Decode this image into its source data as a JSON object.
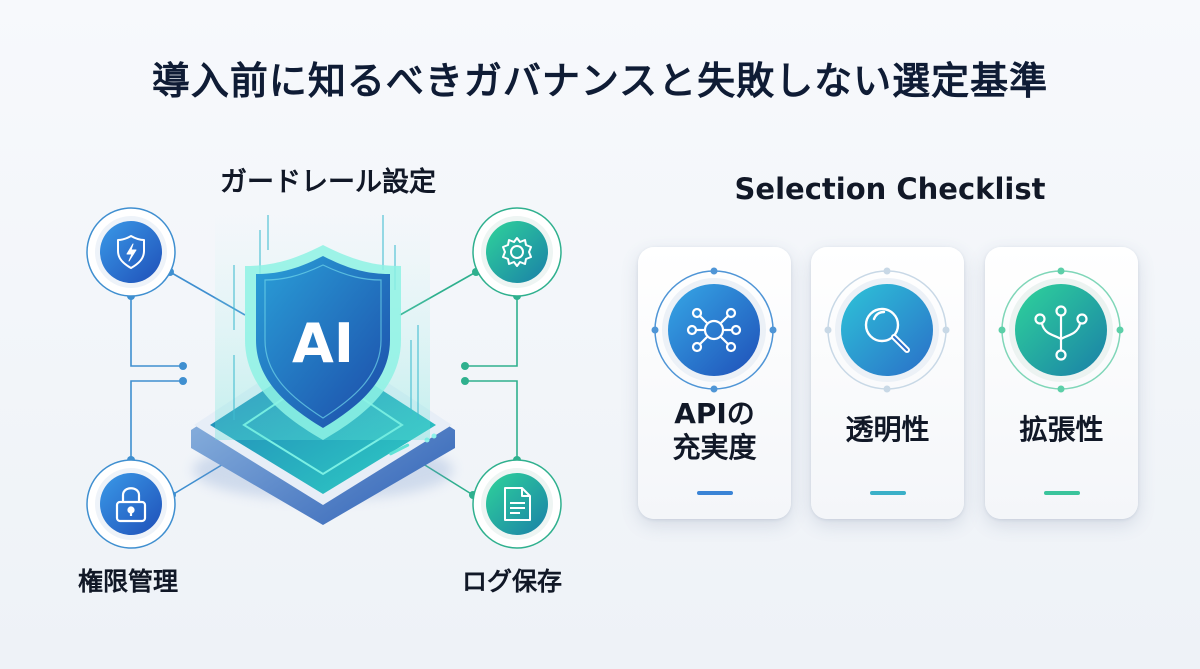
{
  "page": {
    "title": "導入前に知るべきガバナンスと失敗しない選定基準"
  },
  "guardrail": {
    "title": "ガードレール設定",
    "center_label": "AI",
    "nodes": [
      {
        "id": "security",
        "icon": "shield-bolt-icon",
        "label": "",
        "color": "#2f6fd6"
      },
      {
        "id": "settings",
        "icon": "gear-icon",
        "label": "",
        "color": "#1fa88a"
      },
      {
        "id": "permission",
        "icon": "lock-icon",
        "label": "権限管理",
        "color": "#2f6fd6"
      },
      {
        "id": "log",
        "icon": "document-icon",
        "label": "ログ保存",
        "color": "#1fa88a"
      }
    ]
  },
  "checklist": {
    "title": "Selection Checklist",
    "cards": [
      {
        "icon": "network-hub-icon",
        "label_line1": "APIの",
        "label_line2": "充実度",
        "accent": "#3a84d6"
      },
      {
        "icon": "magnifier-icon",
        "label_line1": "透明性",
        "label_line2": "",
        "accent": "#3ab0c8"
      },
      {
        "icon": "branch-icon",
        "label_line1": "拡張性",
        "label_line2": "",
        "accent": "#3ac49c"
      }
    ]
  },
  "colors": {
    "title": "#0f1c35",
    "blue": "#2f6fd6",
    "teal": "#1fa88a",
    "cyan": "#40d8d0"
  }
}
